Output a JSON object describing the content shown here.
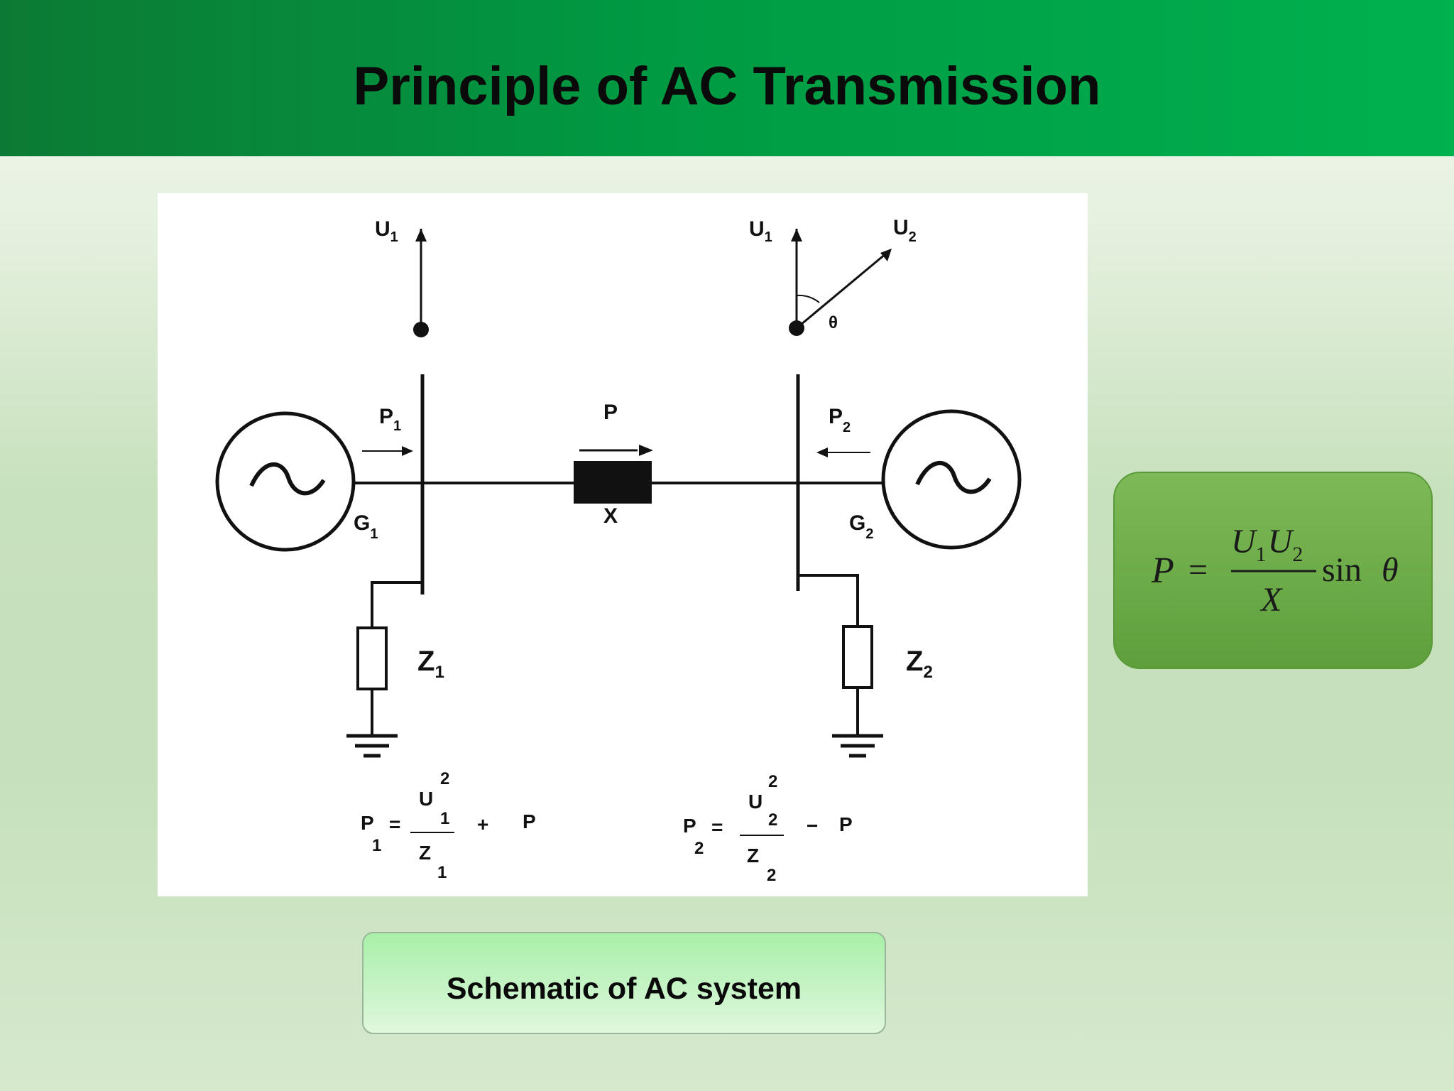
{
  "slide": {
    "title": "Principle of AC Transmission",
    "caption": "Schematic of AC system",
    "colors": {
      "header": "#00a346",
      "formula_box": "#6aab45",
      "caption_box": "#b8f2b8"
    }
  },
  "schematic": {
    "left_phasor": {
      "main": "U",
      "sub": "1"
    },
    "right_phasor_ref": {
      "main": "U",
      "sub": "1"
    },
    "right_phasor_rot": {
      "main": "U",
      "sub": "2"
    },
    "angle_label": "θ",
    "p1_label": {
      "main": "P",
      "sub": "1"
    },
    "p_label": "P",
    "p2_label": {
      "main": "P",
      "sub": "2"
    },
    "x_label": "X",
    "g1_label": {
      "main": "G",
      "sub": "1"
    },
    "g2_label": {
      "main": "G",
      "sub": "2"
    },
    "z1_label": {
      "main": "Z",
      "sub": "1"
    },
    "z2_label": {
      "main": "Z",
      "sub": "2"
    },
    "eq1": {
      "lhs_main": "P",
      "lhs_sub": "1",
      "eq": "=",
      "num_main": "U",
      "num_sub": "1",
      "num_sup": "2",
      "den_main": "Z",
      "den_sub": "1",
      "op": "+",
      "rhs": "P"
    },
    "eq2": {
      "lhs_main": "P",
      "lhs_sub": "2",
      "eq": "=",
      "num_main": "U",
      "num_sub": "2",
      "num_sup": "2",
      "den_main": "Z",
      "den_sub": "2",
      "op": "−",
      "rhs": "P"
    },
    "icons": [
      "generator-icon",
      "ground-icon",
      "impedance-icon",
      "reactance-icon"
    ]
  },
  "formula": {
    "lhs": "P",
    "equals": "=",
    "num1_main": "U",
    "num1_sub": "1",
    "num2_main": "U",
    "num2_sub": "2",
    "den": "X",
    "func": "sin",
    "angle": "θ"
  }
}
